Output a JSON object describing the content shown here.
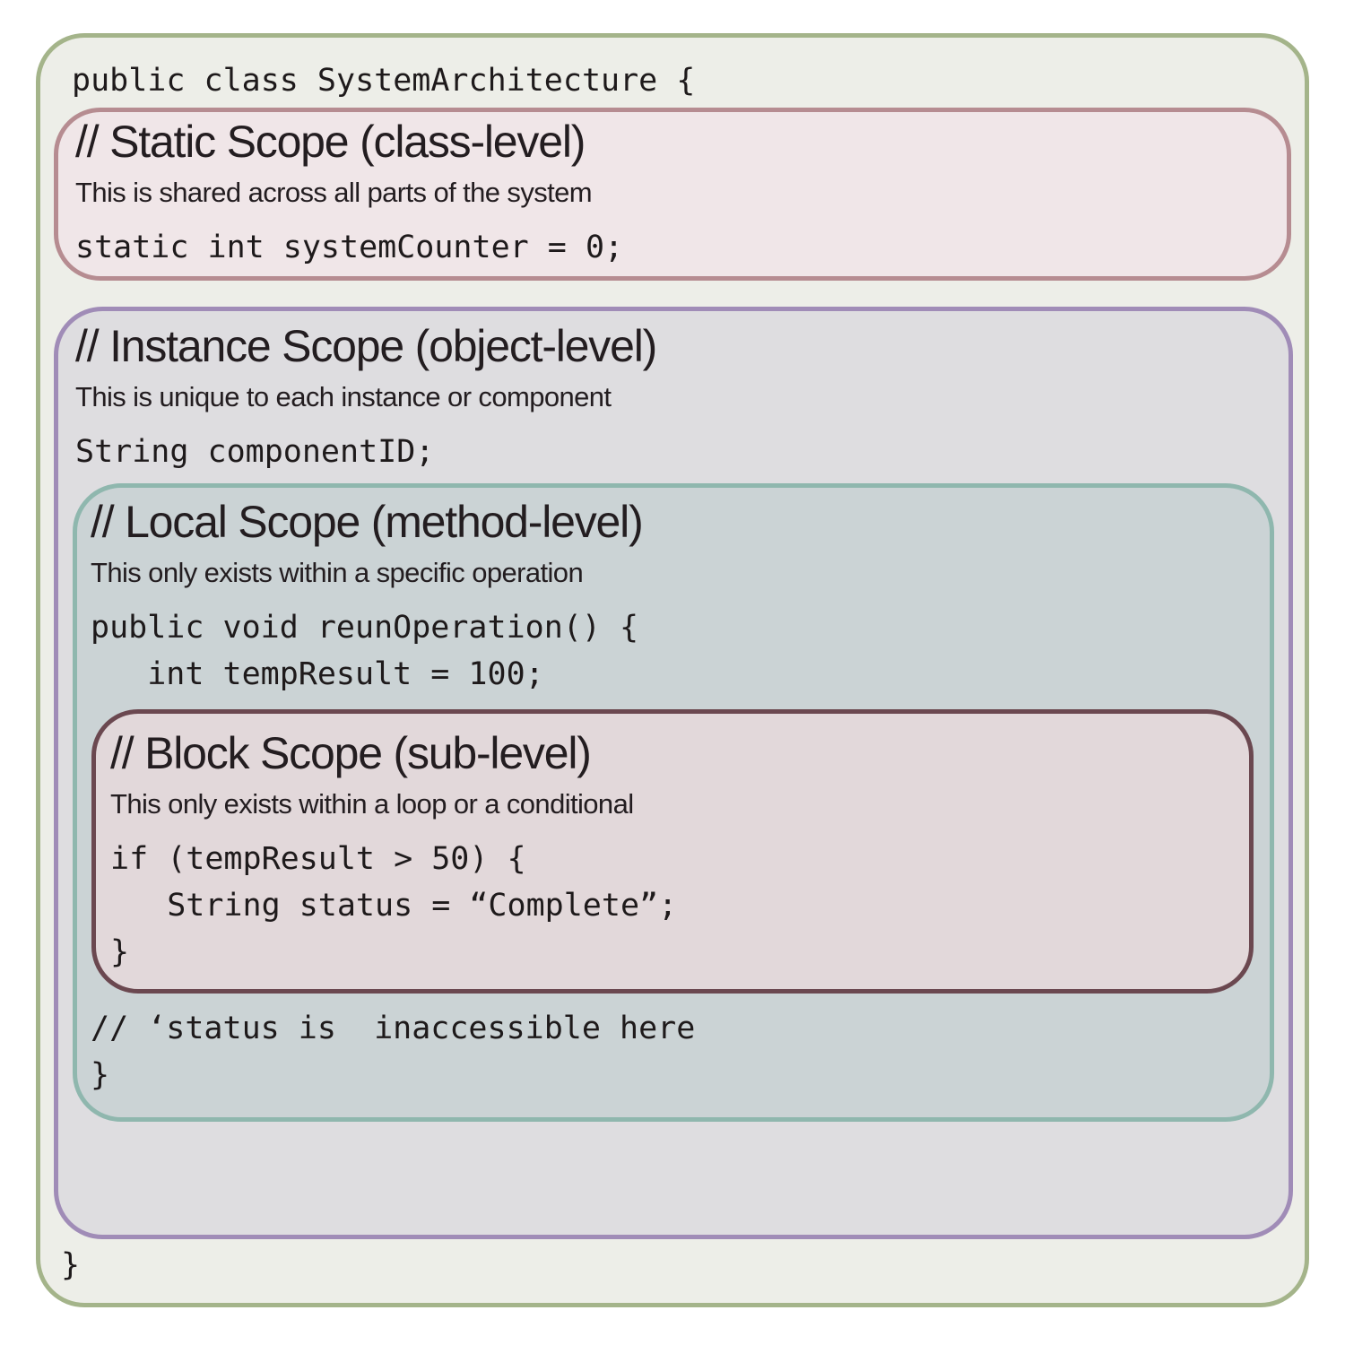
{
  "class_block": {
    "open_line": "public class SystemArchitecture {",
    "close_line": "}",
    "border_color": "#a4b48a",
    "fill_color": "#edeee8"
  },
  "static_scope": {
    "heading": "// Static Scope (class-level)",
    "description": "This is shared across all parts of the system",
    "code": "static int systemCounter = 0;",
    "border_color": "#b68c91",
    "fill_color": "#f0e6e8"
  },
  "instance_scope": {
    "heading": "// Instance Scope (object-level)",
    "description": "This is unique to each instance or component",
    "code": "String componentID;",
    "border_color": "#a08cb7",
    "fill_color": "#dedde0"
  },
  "local_scope": {
    "heading": "// Local Scope (method-level)",
    "description": "This only exists within a specific operation",
    "code_lines": [
      "public void reunOperation() {",
      "   int tempResult = 100;"
    ],
    "after_lines": [
      "// ‘status is  inaccessible here",
      "}"
    ],
    "border_color": "#8fb7ae",
    "fill_color": "#cbd3d5"
  },
  "block_scope": {
    "heading": "// Block Scope (sub-level)",
    "description": "This only exists within a loop or a conditional",
    "code_lines": [
      "if (tempResult > 50) {",
      "   String status = “Complete”;",
      "}"
    ],
    "border_color": "#6b4850",
    "fill_color": "#e2d8da"
  }
}
